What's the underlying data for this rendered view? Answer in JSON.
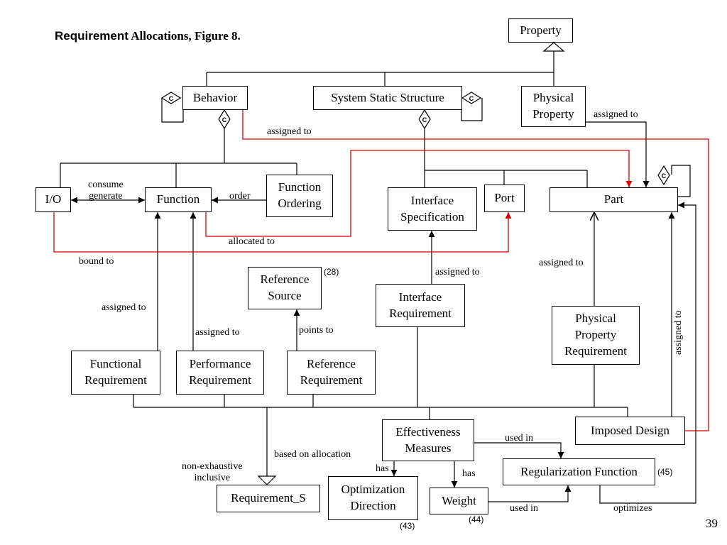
{
  "title": {
    "bold": "Requirement",
    "rest": "Allocations, Figure 8."
  },
  "page_number": "39",
  "nodes": {
    "property": "Property",
    "behavior": "Behavior",
    "system_static_structure": "System Static Structure",
    "physical_property": "Physical\nProperty",
    "io": "I/O",
    "function": "Function",
    "function_ordering": "Function\nOrdering",
    "interface_specification": "Interface\nSpecification",
    "port": "Port",
    "part": "Part",
    "reference_source": "Reference\nSource",
    "interface_requirement": "Interface\nRequirement",
    "physical_property_requirement": "Physical\nProperty\nRequirement",
    "functional_requirement": "Functional\nRequirement",
    "performance_requirement": "Performance\nRequirement",
    "reference_requirement": "Reference\nRequirement",
    "effectiveness_measures": "Effectiveness\nMeasures",
    "imposed_design": "Imposed Design",
    "regularization_function": "Regularization Function",
    "requirement_s": "Requirement_S",
    "optimization_direction": "Optimization\nDirection",
    "weight": "Weight"
  },
  "labels": {
    "assigned_to_pp": "assigned to",
    "assigned_to_behavior": "assigned to",
    "consume_generate": "consume\ngenerate",
    "order": "order",
    "allocated_to": "allocated to",
    "bound_to": "bound to",
    "assigned_to_interface": "assigned to",
    "assigned_to_ppr": "assigned to",
    "assigned_to_vertical": "assigned to",
    "assigned_to_func": "assigned to",
    "assigned_to_perf": "assigned to",
    "points_to": "points to",
    "based_on_allocation": "based on allocation",
    "non_exhaustive_inclusive": "non-exhaustive\ninclusive",
    "has_opt": "has",
    "has_weight": "has",
    "used_in_top": "used in",
    "used_in_bottom": "used in",
    "optimizes": "optimizes",
    "c_mark": "C"
  },
  "notes": {
    "n28": "(28)",
    "n45": "(45)",
    "n43": "(43)",
    "n44": "(44)"
  },
  "colors": {
    "line": "#000000",
    "highlight": "#dd0000"
  }
}
